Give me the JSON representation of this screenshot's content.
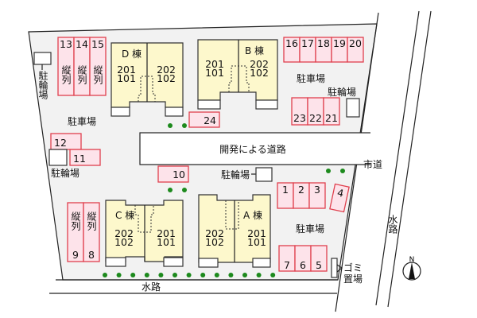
{
  "labels": {
    "parking": "駐車場",
    "bike_parking": "駐輪場",
    "dev_road": "開発による道路",
    "city_road": "市道",
    "waterway": "水路",
    "garbage_1": "ゴミ",
    "garbage_2": "置場",
    "north": "N",
    "tandem": "縦列"
  },
  "buildings": {
    "D": {
      "name": "D 棟",
      "left": [
        "201",
        "101"
      ],
      "right": [
        "202",
        "102"
      ]
    },
    "B": {
      "name": "B 棟",
      "left": [
        "201",
        "101"
      ],
      "right": [
        "202",
        "102"
      ]
    },
    "C": {
      "name": "C 棟",
      "left": [
        "202",
        "102"
      ],
      "right": [
        "201",
        "101"
      ]
    },
    "A": {
      "name": "A 棟",
      "left": [
        "202",
        "102"
      ],
      "right": [
        "201",
        "101"
      ]
    }
  },
  "lots": {
    "top_left": [
      "13",
      "14",
      "15"
    ],
    "top_right": [
      "16",
      "17",
      "18",
      "19",
      "20"
    ],
    "mid_right": [
      "23",
      "22",
      "21"
    ],
    "l24": "24",
    "l12": "12",
    "l11": "11",
    "l10": "10",
    "bottom_left": [
      "9",
      "8"
    ],
    "right_top": [
      "1",
      "2",
      "3"
    ],
    "l4": "4",
    "right_bottom": [
      "7",
      "6",
      "5"
    ]
  }
}
